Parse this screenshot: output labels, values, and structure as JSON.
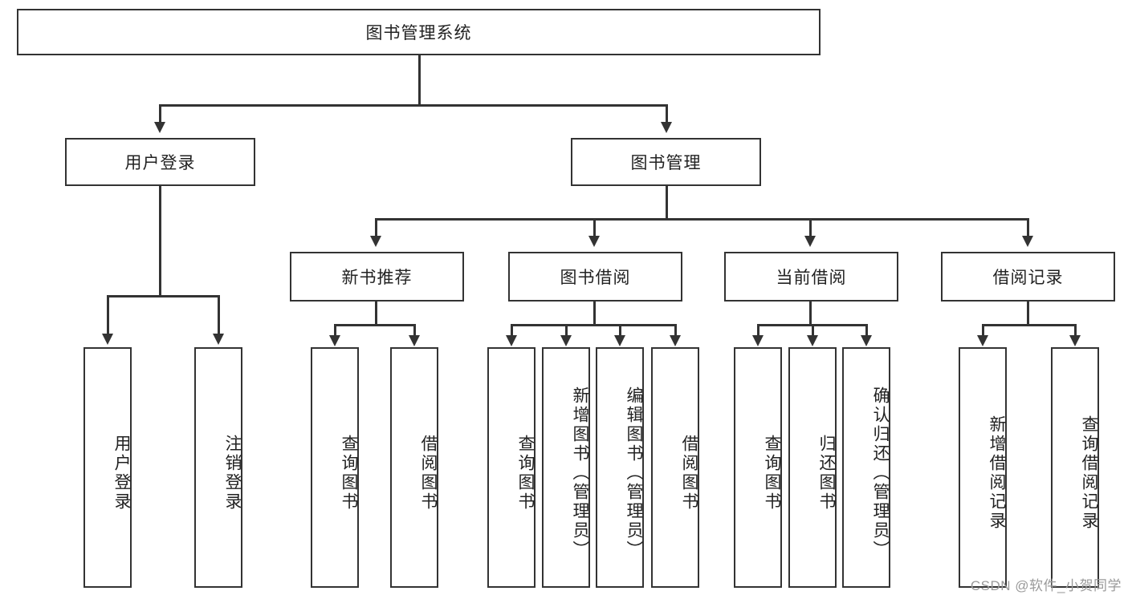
{
  "diagram": {
    "title": "图书管理系统",
    "type": "function-tree",
    "root": {
      "label": "图书管理系统"
    },
    "level1": [
      {
        "label": "用户登录"
      },
      {
        "label": "图书管理"
      }
    ],
    "level2": [
      {
        "label": "新书推荐"
      },
      {
        "label": "图书借阅"
      },
      {
        "label": "当前借阅"
      },
      {
        "label": "借阅记录"
      }
    ],
    "leaves": {
      "user_login": [
        {
          "label": "用户登录"
        },
        {
          "label": "注销登录"
        }
      ],
      "new_book_recommend": [
        {
          "label": "查询图书"
        },
        {
          "label": "借阅图书"
        }
      ],
      "book_borrow": [
        {
          "label": "查询图书"
        },
        {
          "label": "新增图书（管理员）"
        },
        {
          "label": "编辑图书（管理员）"
        },
        {
          "label": "借阅图书"
        }
      ],
      "current_borrow": [
        {
          "label": "查询图书"
        },
        {
          "label": "归还图书"
        },
        {
          "label": "确认归还（管理员）"
        }
      ],
      "borrow_record": [
        {
          "label": "新增借阅记录"
        },
        {
          "label": "查询借阅记录"
        }
      ]
    }
  },
  "watermark": {
    "text": "CSDN @软件_小贺同学"
  },
  "colors": {
    "border": "#333333",
    "background": "#ffffff",
    "text": "#222222",
    "watermark": "#9a9a9a"
  }
}
